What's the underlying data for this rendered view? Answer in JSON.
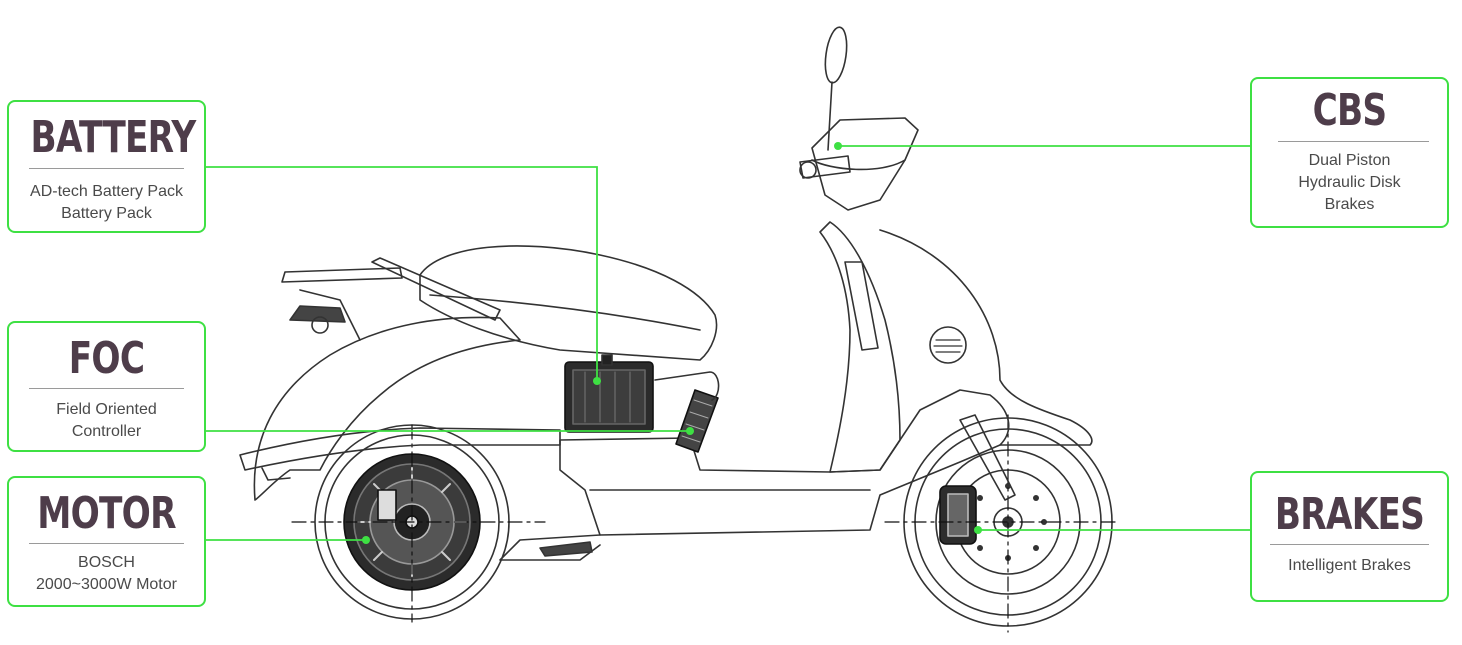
{
  "callouts": {
    "battery": {
      "title": "BATTERY",
      "lines": [
        "AD-tech Battery Pack",
        "Battery Pack"
      ]
    },
    "foc": {
      "title": "FOC",
      "lines": [
        "Field Oriented",
        "Controller"
      ]
    },
    "motor": {
      "title": "MOTOR",
      "lines": [
        "BOSCH",
        "2000~3000W Motor"
      ]
    },
    "cbs": {
      "title": "CBS",
      "lines": [
        "Dual Piston",
        "Hydraulic Disk",
        "Brakes"
      ]
    },
    "brakes": {
      "title": "BRAKES",
      "lines": [
        "Intelligent Brakes"
      ]
    }
  },
  "colors": {
    "accent": "#3ee043",
    "title": "#4e3d4a",
    "text": "#4a4a4a",
    "outline": "#333333"
  }
}
